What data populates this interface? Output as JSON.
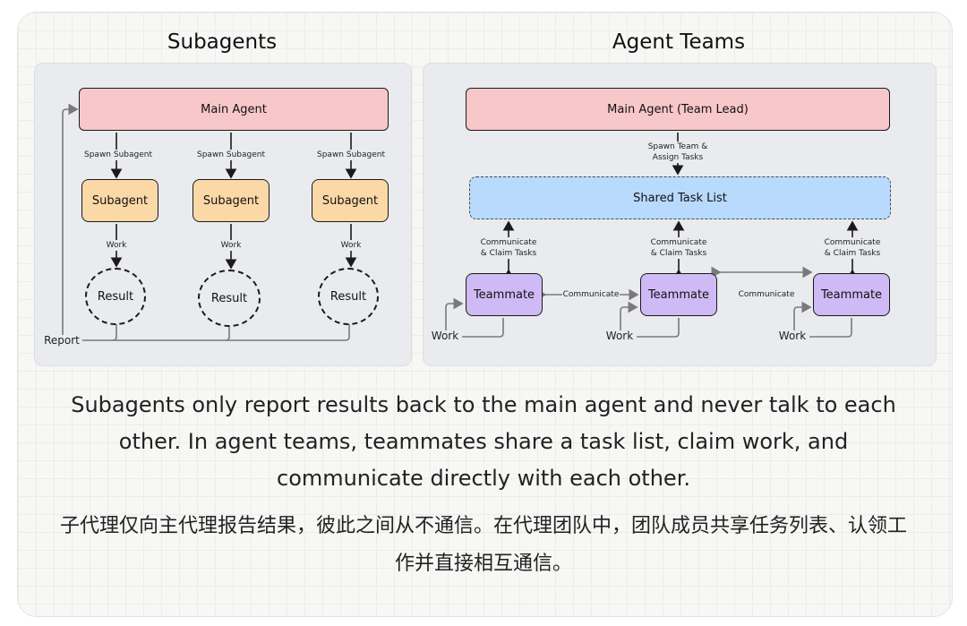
{
  "left_panel": {
    "title": "Subagents",
    "main_agent": "Main Agent",
    "spawn_label": "Spawn Subagent",
    "subagent": "Subagent",
    "work_label": "Work",
    "result": "Result",
    "report_label": "Report"
  },
  "right_panel": {
    "title": "Agent Teams",
    "main_agent": "Main Agent (Team Lead)",
    "spawn_label_line1": "Spawn Team &",
    "spawn_label_line2": "Assign Tasks",
    "task_list": "Shared Task List",
    "comm_claim_line1": "Communicate",
    "comm_claim_line2": "& Claim Tasks",
    "teammate": "Teammate",
    "communicate": "Communicate",
    "work_label": "Work"
  },
  "caption": {
    "en": "Subagents only report results back to the main agent and never talk to each other. In agent teams, teammates share a task list, claim work, and communicate directly with each other.",
    "zh": "子代理仅向主代理报告结果，彼此之间从不通信。在代理团队中，团队成员共享任务列表、认领工作并直接相互通信。"
  },
  "colors": {
    "main_agent": "#f8c7c9",
    "subagent": "#fbd9a7",
    "task_list": "#b8dafc",
    "teammate": "#cfbaf6"
  }
}
